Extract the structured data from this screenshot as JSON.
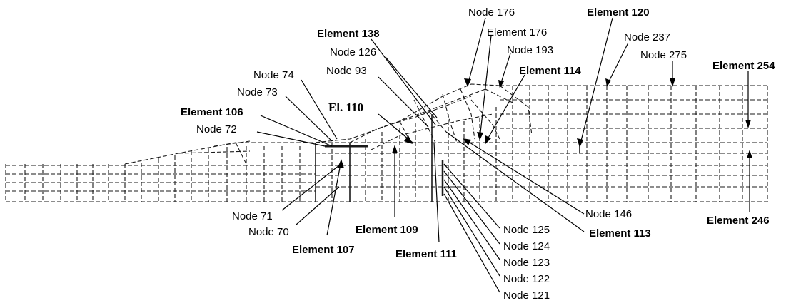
{
  "labels": {
    "node_176": "Node 176",
    "element_120": "Element 120",
    "element_176": "Element 176",
    "element_138": "Element 138",
    "node_237": "Node 237",
    "node_193": "Node 193",
    "node_275": "Node 275",
    "node_126": "Node 126",
    "element_114": "Element 114",
    "element_254": "Element 254",
    "node_93": "Node 93",
    "node_74": "Node 74",
    "node_73": "Node 73",
    "el_110": "El. 110",
    "element_106": "Element 106",
    "node_72": "Node 72",
    "node_71": "Node 71",
    "node_70": "Node 70",
    "element_107": "Element 107",
    "element_109": "Element 109",
    "element_111": "Element 111",
    "node_146": "Node 146",
    "node_125": "Node 125",
    "element_113": "Element 113",
    "element_246": "Element 246",
    "node_124": "Node 124",
    "node_123": "Node 123",
    "node_122": "Node 122",
    "node_121": "Node 121"
  }
}
